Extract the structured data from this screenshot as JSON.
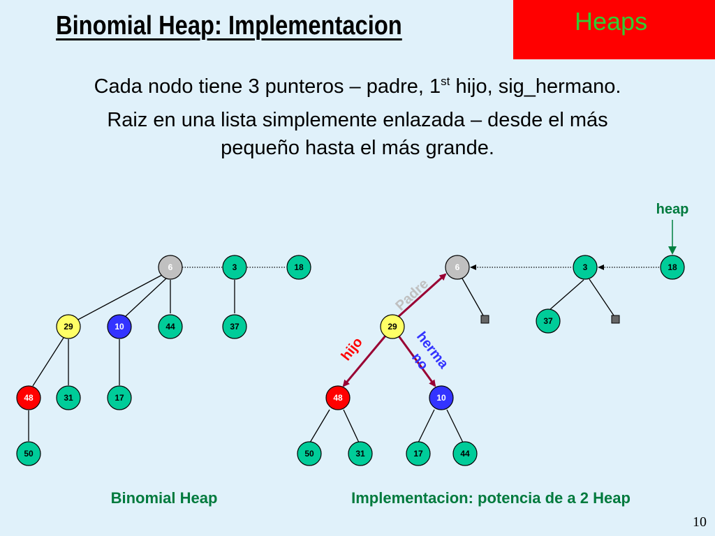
{
  "tag": "Heaps",
  "title": "Binomial Heap: Implementacion",
  "bullet1": {
    "before": "Cada nodo tiene 3 punteros – padre, 1",
    "sup": "st",
    "after": " hijo, sig_hermano."
  },
  "bullet2": {
    "line1": "Raiz en una lista simplemente enlazada – desde el más",
    "line2": "pequeño hasta el más grande."
  },
  "heap_label": "heap",
  "labels": {
    "padre": "Padre",
    "hijo": "hijo",
    "hermano_1": "herma",
    "hermano_2": "no"
  },
  "captions": {
    "left": "Binomial Heap",
    "right": "Implementacion: potencia de a 2 Heap"
  },
  "page_number": "10",
  "colors": {
    "background": "#e0f1fa",
    "tag": "#ff0000",
    "tag_text": "#33cc33",
    "green_node": "#00cc99",
    "yellow_node": "#ffff66",
    "blue_node": "#3333ff",
    "red_node": "#ff0000",
    "gray_node": "#c0c0c0",
    "arrow": "#990033",
    "caption": "#007a3d",
    "padre_label": "#c0c0c0",
    "hijo_label": "#ff0000",
    "hermano_label": "#3333ff"
  },
  "left_tree": {
    "roots": [
      "6",
      "3",
      "18"
    ],
    "nodes": [
      {
        "id": "L6",
        "label": "6",
        "color": "gray"
      },
      {
        "id": "L3",
        "label": "3",
        "color": "green"
      },
      {
        "id": "L18",
        "label": "18",
        "color": "green"
      },
      {
        "id": "L29",
        "label": "29",
        "color": "yellow"
      },
      {
        "id": "L10",
        "label": "10",
        "color": "blue"
      },
      {
        "id": "L44",
        "label": "44",
        "color": "green"
      },
      {
        "id": "L37",
        "label": "37",
        "color": "green"
      },
      {
        "id": "L48",
        "label": "48",
        "color": "red"
      },
      {
        "id": "L31",
        "label": "31",
        "color": "green"
      },
      {
        "id": "L17",
        "label": "17",
        "color": "green"
      },
      {
        "id": "L50",
        "label": "50",
        "color": "green"
      }
    ]
  },
  "right_tree": {
    "nodes": [
      {
        "id": "R6",
        "label": "6",
        "color": "gray"
      },
      {
        "id": "R3",
        "label": "3",
        "color": "green"
      },
      {
        "id": "R18",
        "label": "18",
        "color": "green"
      },
      {
        "id": "R37",
        "label": "37",
        "color": "green"
      },
      {
        "id": "R29",
        "label": "29",
        "color": "yellow"
      },
      {
        "id": "R48",
        "label": "48",
        "color": "red"
      },
      {
        "id": "R10",
        "label": "10",
        "color": "blue"
      },
      {
        "id": "R50",
        "label": "50",
        "color": "green"
      },
      {
        "id": "R31",
        "label": "31",
        "color": "green"
      },
      {
        "id": "R17",
        "label": "17",
        "color": "green"
      },
      {
        "id": "R44",
        "label": "44",
        "color": "green"
      }
    ]
  }
}
